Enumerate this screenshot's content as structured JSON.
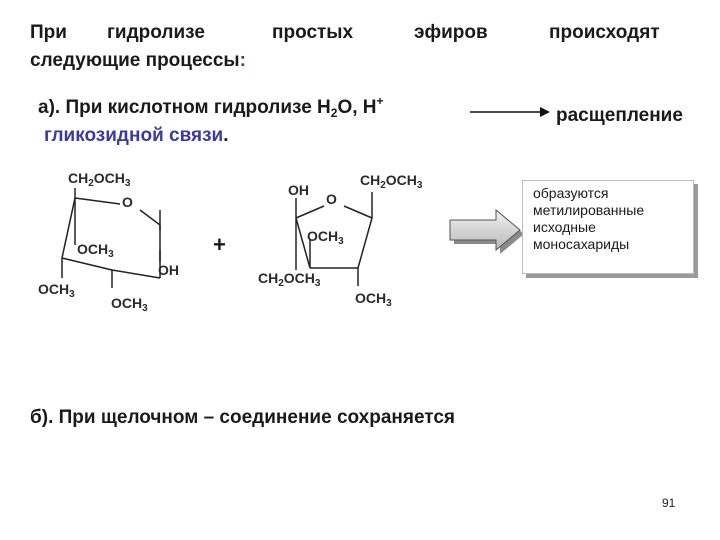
{
  "title": {
    "w1": "При",
    "w2": "гидролизе",
    "w3": "простых",
    "w4": "эфиров",
    "w5": "происходят",
    "line2_main": "следующие процессы",
    "line2_colon": ":"
  },
  "acid": {
    "prefix": "а). При кислотном гидролизе H",
    "sub2": "2",
    "mid": "O, H",
    "plus": "+",
    "result": "расщепление",
    "line2": "гликозидной связи",
    "line2_dot": "."
  },
  "pyranose": {
    "ch2och3": [
      "CH",
      "2",
      "OCH",
      "3"
    ],
    "ring_o": "O",
    "och3_inner": [
      "OCH",
      "3"
    ],
    "oh": "OH",
    "och3_left": [
      "OCH",
      "3"
    ],
    "och3_bottom": [
      "OCH",
      "3"
    ]
  },
  "plus_sign": "+",
  "furanose": {
    "oh": "OH",
    "ring_o": "O",
    "ch2och3_top": [
      "CH",
      "2",
      "OCH",
      "3"
    ],
    "och3_inner": [
      "OCH",
      "3"
    ],
    "ch2och3_bottom": [
      "CH",
      "2",
      "OCH",
      "3"
    ],
    "och3_bottom": [
      "OCH",
      "3"
    ]
  },
  "callout": {
    "lines": [
      "образуются",
      "метилированные",
      "исходные",
      "моносахариды"
    ],
    "trail": " "
  },
  "alkaline": {
    "text": "б). При щелочном – соединение сохраняется"
  },
  "page_number": "91",
  "colors": {
    "text": "#1a1a1a",
    "blue_link": "#3a3aa0",
    "arrow_fill_light": "#f2f2f2",
    "arrow_fill_dark": "#b8b8b8"
  }
}
